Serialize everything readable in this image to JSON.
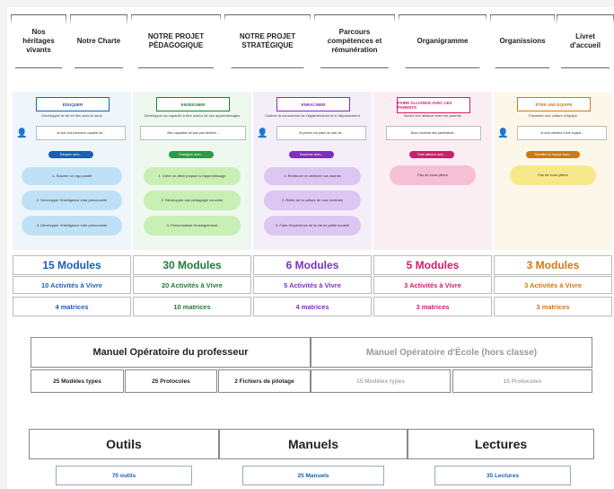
{
  "tabs": [
    "Nos héritages vivants",
    "Notre Charte",
    "NOTRE PROJET PÉDAGOGIQUE",
    "NOTRE PROJET STRATÉGIQUE",
    "Parcours compétences et rémunération",
    "Organigramme",
    "Organissions",
    "Livret d'accueil"
  ],
  "columns": [
    {
      "header": "ÉDUQUER",
      "description": "Développer la vie en lien avec le sens",
      "quote": "Je suis une personne capable de...",
      "tag": "Éduquer avec...",
      "items": [
        "1. Susciter un ego positif",
        "2. Développer l'intelligence intra personnelle",
        "3. Développer l'intelligence inter personnelle"
      ],
      "modules": "15 Modules",
      "activities": "10 Activités à Vivre",
      "matrices": "4 matrices",
      "color": "#1a5fb4",
      "bubble_color": "#bfe1f7",
      "pill_color": "#1a5fb4",
      "bg": "#eef6fb"
    },
    {
      "header": "ENSEIGNER",
      "description": "Développer sa capacité à être acteur de ses apprentissages",
      "quote": "Mes capacités ne sont pas limitées...",
      "tag": "Enseigner avec...",
      "items": [
        "1. Créer un désir propice à l'apprentissage",
        "2. Développer une pédagogie concrète",
        "3. Personnaliser l'enseignement"
      ],
      "modules": "30 Modules",
      "activities": "20 Activités à Vivre",
      "matrices": "10 matrices",
      "color": "#1e7d3a",
      "bubble_color": "#c8efb4",
      "pill_color": "#2e9a44",
      "bg": "#eef8ee"
    },
    {
      "header": "ENRACINER",
      "description": "Cultiver la conscience de l'appartenance et le dépassement",
      "quote": "Je prends ma place au sein de...",
      "tag": "Enraciner avec...",
      "items": [
        "1. Renforcer et célébrer nos racines",
        "2. Relier de la culture de mon territoire",
        "3. Faire l'expérience de la vie en petite société"
      ],
      "modules": "6 Modules",
      "activities": "5 Activités à Vivre",
      "matrices": "4 matrices",
      "color": "#7b2fbf",
      "bubble_color": "#dcc6f2",
      "pill_color": "#7b2fbf",
      "bg": "#f4eef9"
    },
    {
      "header": "FAIRE ALLIANCE AVEC LES PARENTS",
      "description": "Nouer une alliance avec les parents",
      "quote": "Nous sommes des partenaires...",
      "tag": "Faire alliance avec...",
      "items": [
        "Pas de sous-piliers"
      ],
      "modules": "5 Modules",
      "activities": "3 Activités à Vivre",
      "matrices": "3 matrices",
      "color": "#d01d6b",
      "bubble_color": "#f7bfd5",
      "pill_color": "#d01d6b",
      "bg": "#fbeef3"
    },
    {
      "header": "ÊTRE UNE ÉQUIPE",
      "description": "Favoriser une culture d'équipe",
      "quote": "Je suis membre d'une équipe...",
      "tag": "Travailler en équipe avec...",
      "items": [
        "Pas de sous-piliers"
      ],
      "modules": "3 Modules",
      "activities": "3 Activités à Vivre",
      "matrices": "3 matrices",
      "color": "#d07810",
      "bubble_color": "#f7e98a",
      "pill_color": "#d07810",
      "bg": "#fdf7ea"
    }
  ],
  "manuel": {
    "prof_title": "Manuel Opératoire du professeur",
    "ecole_title": "Manuel Opératoire d'École (hors classe)",
    "prof_items": [
      "25 Modèles types",
      "25 Protocoles",
      "2 Fichiers de pilotage"
    ],
    "ecole_items": [
      "15 Modèles types",
      "15 Protocoles"
    ]
  },
  "bottom": {
    "headers": [
      "Outils",
      "Manuels",
      "Lectures"
    ],
    "counts": [
      "70 outils",
      "25 Manuels",
      "35 Lectures"
    ],
    "count_color": "#1a5fb4"
  }
}
